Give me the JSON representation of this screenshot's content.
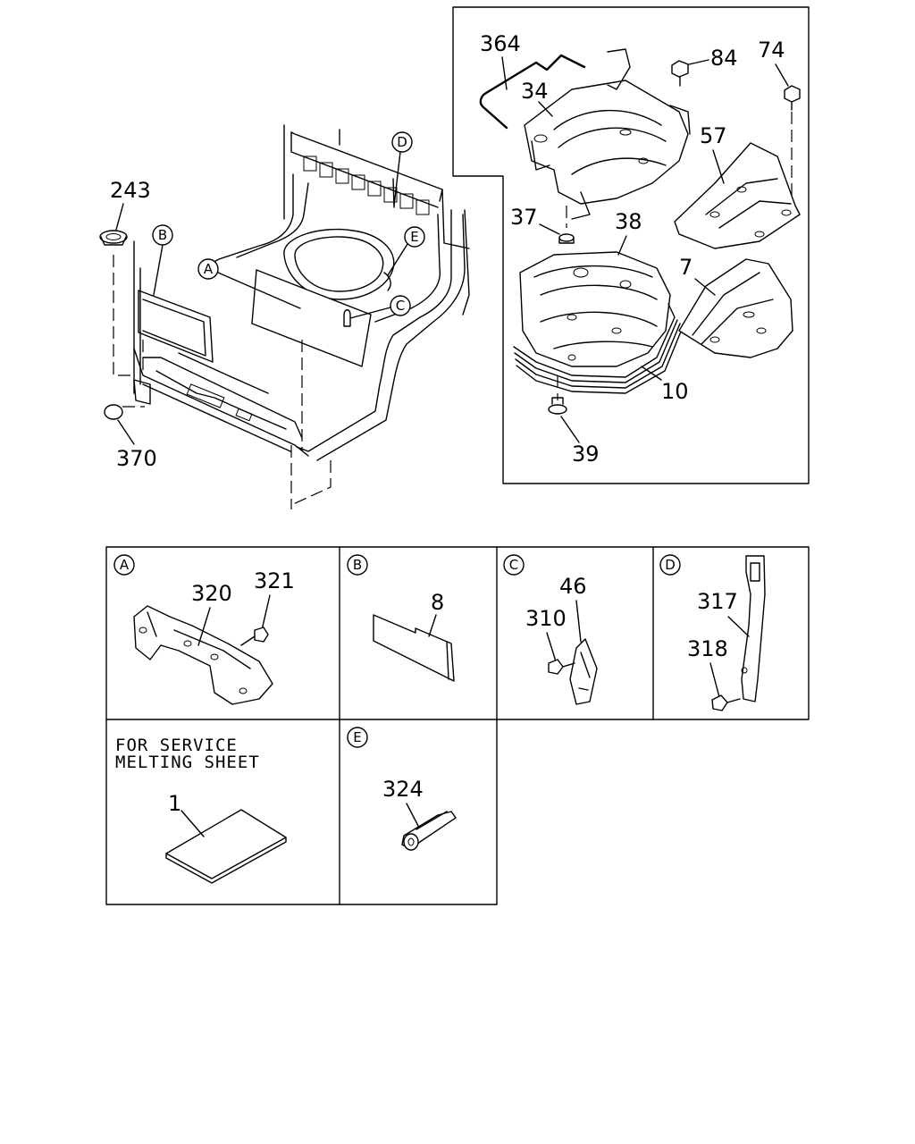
{
  "callouts": {
    "c364": "364",
    "c34": "34",
    "c84": "84",
    "c74": "74",
    "c57": "57",
    "c37": "37",
    "c38": "38",
    "c7": "7",
    "c10": "10",
    "c39": "39",
    "c243": "243",
    "c370": "370"
  },
  "main_markers": {
    "A": "A",
    "B": "B",
    "C": "C",
    "D": "D",
    "E": "E"
  },
  "detail_panels": {
    "A": {
      "marker": "A",
      "parts": [
        "320",
        "321"
      ]
    },
    "B": {
      "marker": "B",
      "parts": [
        "8"
      ]
    },
    "C": {
      "marker": "C",
      "parts": [
        "46",
        "310"
      ]
    },
    "D": {
      "marker": "D",
      "parts": [
        "317",
        "318"
      ]
    },
    "E": {
      "marker": "E",
      "parts": [
        "324"
      ]
    }
  },
  "service_note": {
    "line1": "FOR SERVICE",
    "line2": "MELTING SHEET",
    "part": "1"
  }
}
